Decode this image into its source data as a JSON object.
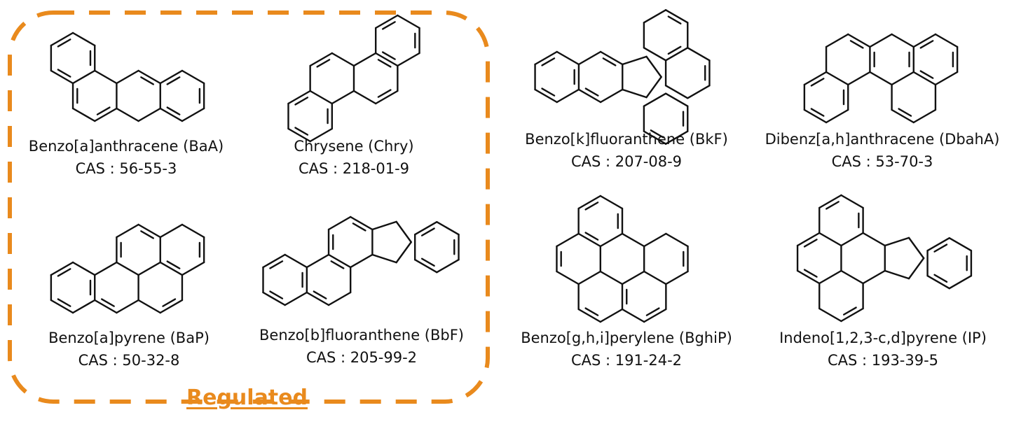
{
  "group": {
    "label": "Regulated",
    "accent": "#e98a1d"
  },
  "molecules": [
    {
      "id": "baa",
      "name": "Benzo[a]anthracene (BaA)",
      "cas": "CAS : 56-55-3",
      "regulated": true
    },
    {
      "id": "chry",
      "name": "Chrysene (Chry)",
      "cas": "CAS : 218-01-9",
      "regulated": true
    },
    {
      "id": "bkf",
      "name": "Benzo[k]fluoranthene (BkF)",
      "cas": "CAS : 207-08-9",
      "regulated": false
    },
    {
      "id": "dbaha",
      "name": "Dibenz[a,h]anthracene (DbahA)",
      "cas": "CAS : 53-70-3",
      "regulated": false
    },
    {
      "id": "bap",
      "name": "Benzo[a]pyrene (BaP)",
      "cas": "CAS : 50-32-8",
      "regulated": true
    },
    {
      "id": "bbf",
      "name": "Benzo[b]fluoranthene (BbF)",
      "cas": "CAS : 205-99-2",
      "regulated": true
    },
    {
      "id": "bghip",
      "name": "Benzo[g,h,i]perylene (BghiP)",
      "cas": "CAS : 191-24-2",
      "regulated": false
    },
    {
      "id": "ip",
      "name": "Indeno[1,2,3-c,d]pyrene (IP)",
      "cas": "CAS : 193-39-5",
      "regulated": false
    }
  ]
}
